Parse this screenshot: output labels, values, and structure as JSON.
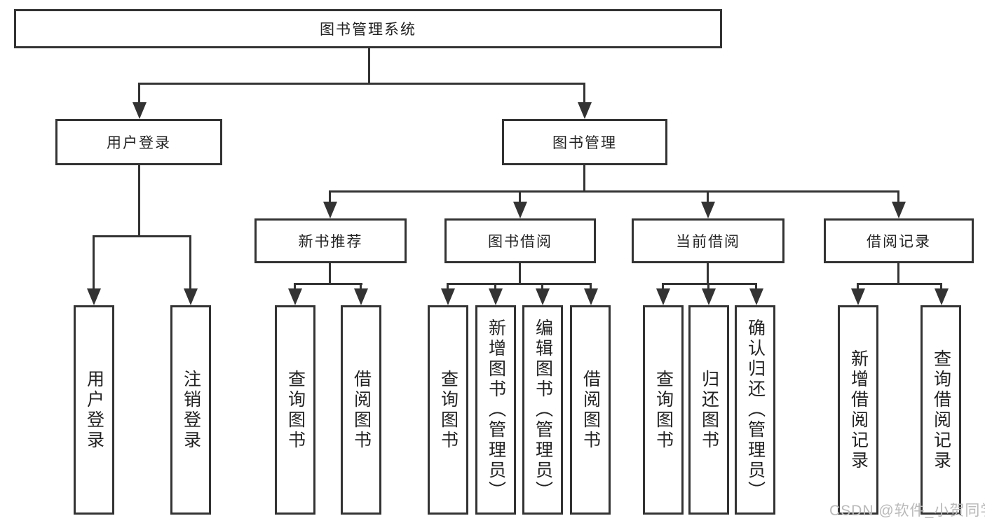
{
  "diagram": {
    "root": {
      "label": "图书管理系统",
      "children": [
        {
          "label": "用户登录",
          "children": [
            {
              "label": "用户登录"
            },
            {
              "label": "注销登录"
            }
          ]
        },
        {
          "label": "图书管理",
          "children": [
            {
              "label": "新书推荐",
              "children": [
                {
                  "label": "查询图书"
                },
                {
                  "label": "借阅图书"
                }
              ]
            },
            {
              "label": "图书借阅",
              "children": [
                {
                  "label": "查询图书"
                },
                {
                  "label": "新增图书（管理员）"
                },
                {
                  "label": "编辑图书（管理员）"
                },
                {
                  "label": "借阅图书"
                }
              ]
            },
            {
              "label": "当前借阅",
              "children": [
                {
                  "label": "查询图书"
                },
                {
                  "label": "归还图书"
                },
                {
                  "label": "确认归还（管理员）"
                }
              ]
            },
            {
              "label": "借阅记录",
              "children": [
                {
                  "label": "新增借阅记录"
                },
                {
                  "label": "查询借阅记录"
                }
              ]
            }
          ]
        }
      ]
    },
    "watermark": "CSDN @软件_小贺同学"
  },
  "colors": {
    "line": "#333333",
    "border": "#333333",
    "text": "#222222",
    "watermark": "#b9b9b9",
    "background": "#ffffff"
  }
}
